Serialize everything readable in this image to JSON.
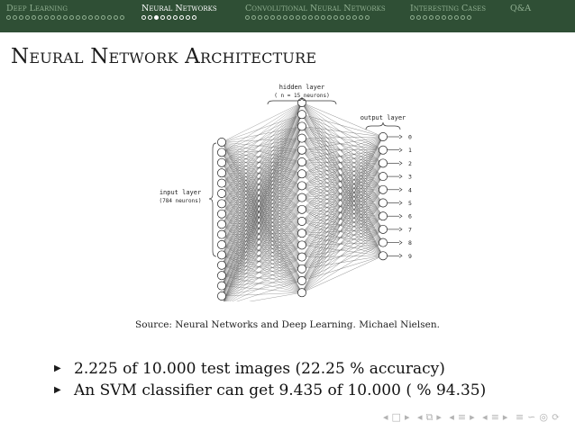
{
  "header": {
    "sections": [
      {
        "label": "Deep Learning",
        "dots": 19,
        "active": false
      },
      {
        "label": "Neural Networks",
        "dots": 9,
        "active": true,
        "current_dot": 3
      },
      {
        "label": "Convolutional Neural Networks",
        "dots": 20,
        "active": false
      },
      {
        "label": "Interesting Cases",
        "dots": 10,
        "active": false
      },
      {
        "label": "Q&A",
        "dots": 0,
        "active": false
      }
    ]
  },
  "slide": {
    "title": "Neural Network Architecture",
    "diagram": {
      "hidden_label": "hidden layer",
      "hidden_sub": "( n = 15 neurons)",
      "output_label": "output layer",
      "input_label": "input layer",
      "input_sub": "(784 neurons)",
      "output_digits": [
        "0",
        "1",
        "2",
        "3",
        "4",
        "5",
        "6",
        "7",
        "8",
        "9"
      ]
    },
    "caption": "Source: Neural Networks and Deep Learning. Michael Nielsen.",
    "bullets": [
      "2.225 of 10.000 test images (22.25 % accuracy)",
      "An SVM classifier can get 9.435 of 10.000 ( % 94.35)"
    ]
  },
  "colors": {
    "header_bg": "#2f4f35",
    "header_inactive": "#8fae90",
    "header_active": "#ffffff"
  },
  "beamer_nav": [
    "◂",
    "□",
    "▸",
    "◂",
    "⧉",
    "▸",
    "◂",
    "≡",
    "▸",
    "◂",
    "≡",
    "▸",
    "≡",
    "∽",
    "◎",
    "⟳"
  ]
}
